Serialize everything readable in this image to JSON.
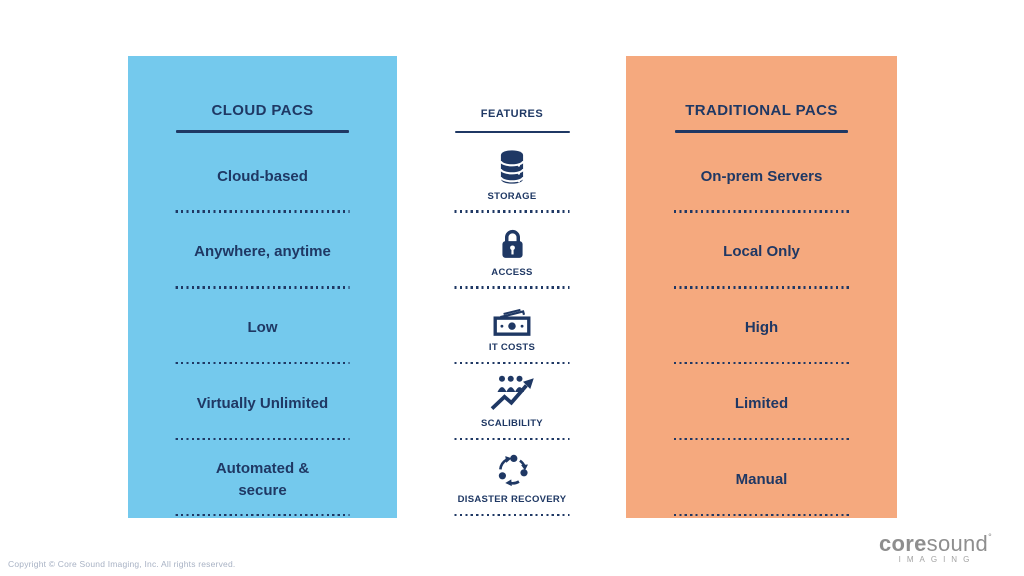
{
  "slide": {
    "columns": {
      "cloud": {
        "title": "CLOUD PACS",
        "items": [
          "Cloud-based",
          "Anywhere, anytime",
          "Low",
          "Virtually Unlimited",
          "Automated & secure"
        ]
      },
      "features": {
        "title": "FEATURES",
        "items": [
          {
            "label": "STORAGE",
            "icon": "database-icon"
          },
          {
            "label": "ACCESS",
            "icon": "lock-icon"
          },
          {
            "label": "IT COSTS",
            "icon": "banknote-icon"
          },
          {
            "label": "SCALIBILITY",
            "icon": "people-growth-icon"
          },
          {
            "label": "DISASTER RECOVERY",
            "icon": "cycle-arrows-icon"
          }
        ]
      },
      "traditional": {
        "title": "TRADITIONAL PACS",
        "items": [
          "On-prem Servers",
          "Local Only",
          "High",
          "Limited",
          "Manual"
        ]
      }
    },
    "footer": {
      "copyright": "Copyright © Core Sound Imaging, Inc. All rights reserved."
    },
    "logo": {
      "word_bold": "core",
      "word_light": "sound",
      "mark": "°",
      "subtext": "IMAGING"
    },
    "colors": {
      "navy": "#1F3864",
      "cloud_panel": "#74C9ED",
      "traditional_panel": "#F5A97E",
      "copyright_gray": "#A8B2C4",
      "logo_gray": "#8E8E8E"
    }
  }
}
